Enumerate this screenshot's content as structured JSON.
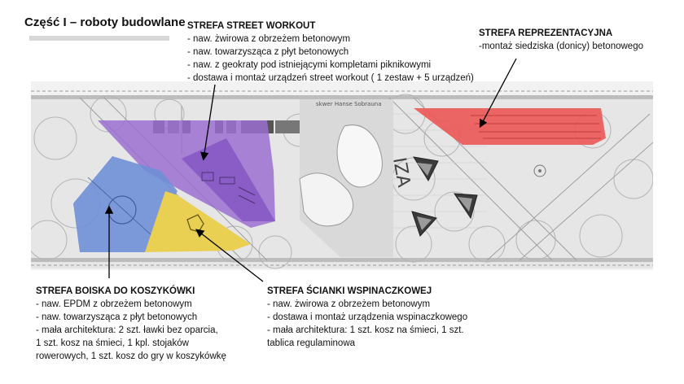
{
  "title": "Część I – roboty budowlane",
  "colors": {
    "workout": "#9a6fd0",
    "basketball": "#6f8fd6",
    "climbing": "#e9cf52",
    "representative": "#ec5a5a",
    "plan_bg": "#ececec",
    "plan_line": "#8c8c8c"
  },
  "zones": {
    "street_workout": {
      "heading": "STREFA STREET WORKOUT",
      "lines": [
        "- naw. żwirowa z obrzeżem betonowym",
        "- naw. towarzysząca z płyt betonowych",
        "- naw. z geokraty pod istniejącymi kompletami piknikowymi",
        "- dostawa  i montaż  urządzeń street workout ( 1 zestaw + 5 urządzeń)"
      ]
    },
    "representative": {
      "heading": "STREFA REPREZENTACYJNA",
      "lines": [
        "-montaż siedziska (donicy) betonowego"
      ]
    },
    "basketball": {
      "heading": "STREFA BOISKA DO KOSZYKÓWKI",
      "lines": [
        "- naw. EPDM z obrzeżem betonowym",
        "- naw. towarzysząca z płyt betonowych",
        "- mała architektura: 2 szt. ławki bez oparcia,",
        "1 szt. kosz na śmieci, 1 kpl. stojaków",
        "rowerowych, 1 szt. kosz do gry w koszykówkę"
      ]
    },
    "climbing": {
      "heading": "STREFA ŚCIANKI WSPINACZKOWEJ",
      "lines": [
        "- naw. żwirowa z obrzeżem betonowym",
        "- dostawa i montaż urządzenia wspinaczkowego",
        "- mała architektura: 1 szt. kosz na śmieci, 1 szt.",
        "tablica regulaminowa"
      ]
    }
  },
  "plan_labels": {
    "square": "skwer Hanse Sobrauna",
    "big_letters": "IZA"
  }
}
